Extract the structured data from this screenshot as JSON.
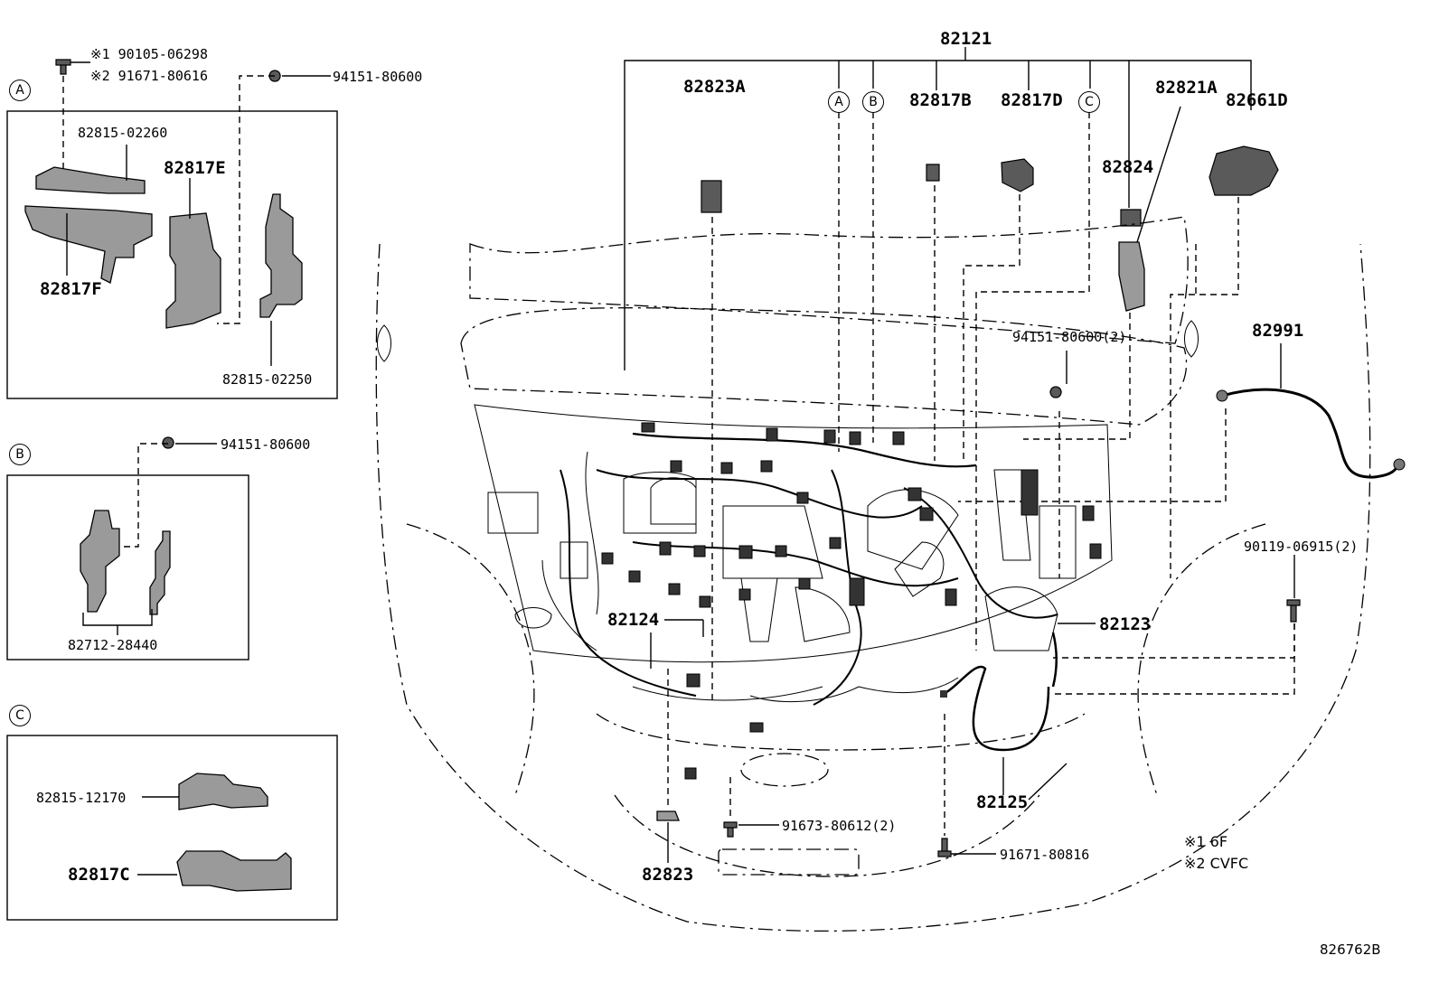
{
  "diagram": {
    "inset_a": {
      "marker": "A",
      "labels": {
        "bolt_note1": "※1 90105-06298",
        "bolt_note2": "※2 91671-80616",
        "clip": "94151-80600",
        "p1": "82815-02260",
        "p2": "82817E",
        "p3": "82817F",
        "p4": "82815-02250"
      }
    },
    "inset_b": {
      "marker": "B",
      "labels": {
        "clip": "94151-80600",
        "part": "82712-28440"
      }
    },
    "inset_c": {
      "marker": "C",
      "labels": {
        "p1": "82815-12170",
        "p2": "82817C"
      }
    },
    "main": {
      "harness": "82121",
      "markers": {
        "a": "A",
        "b": "B",
        "c": "C"
      },
      "labels": {
        "l82823A": "82823A",
        "l82817B": "82817B",
        "l82817D": "82817D",
        "l82821A": "82821A",
        "l82661D": "82661D",
        "l82824": "82824",
        "l94151": "94151-80600(2)",
        "l82991": "82991",
        "l90119": "90119-06915(2)",
        "l82124": "82124",
        "l82123": "82123",
        "l82125": "82125",
        "l82823": "82823",
        "l91673": "91673-80612(2)",
        "l91671": "91671-80816"
      }
    },
    "notes": {
      "n1": "※1 6F",
      "n2": "※2 CVFC"
    },
    "figure_ref": "826762B"
  }
}
